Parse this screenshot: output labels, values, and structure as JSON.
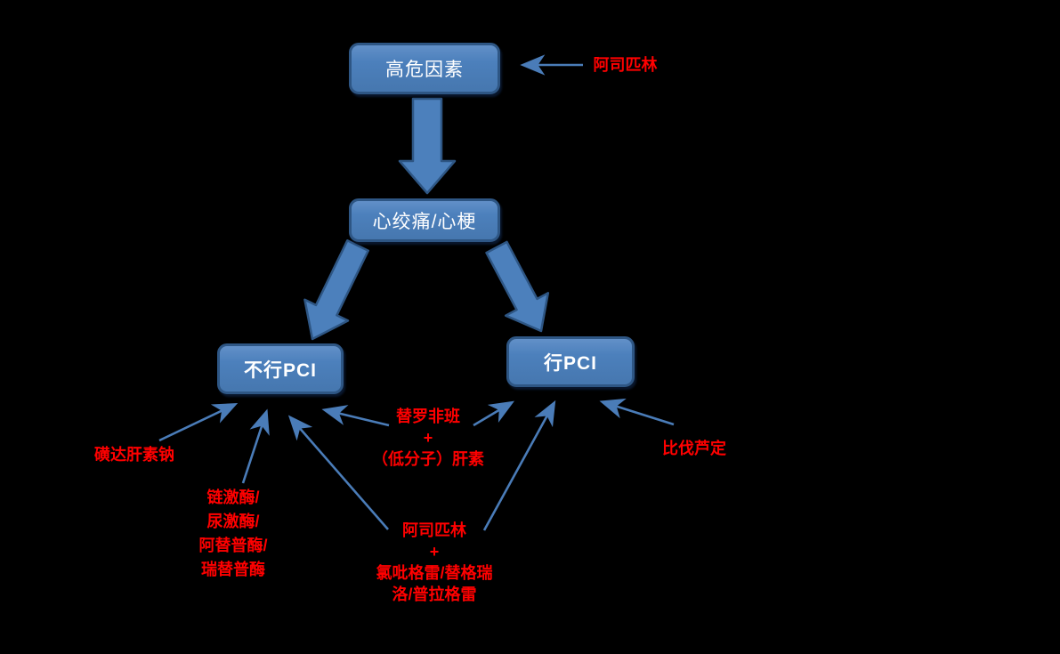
{
  "colors": {
    "background": "#000000",
    "box_fill": "#4C80BC",
    "box_border": "#2E5684",
    "box_text": "#FFFFFF",
    "arrow": "#4A7CB8",
    "label": "#FF0000"
  },
  "nodes": {
    "risk_factor": {
      "label": "高危因素"
    },
    "angina_mi": {
      "label": "心绞痛/心梗"
    },
    "no_pci": {
      "label": "不行PCI"
    },
    "pci": {
      "label": "行PCI"
    }
  },
  "drug_labels": {
    "aspirin_top": "阿司匹林",
    "fondaparinux": "磺达肝素钠",
    "thrombolytics": "链激酶/\n尿激酶/\n阿替普酶/\n瑞替普酶",
    "tirofiban_heparin": "替罗非班\n+\n（低分子）肝素",
    "aspirin_p2y12": "阿司匹林\n+\n氯吡格雷/替格瑞\n洛/普拉格雷",
    "bivalirudin": "比伐芦定"
  },
  "icons": {
    "block_arrow_down": "block-arrow-down-icon",
    "block_arrow_down_left": "block-arrow-down-left-icon",
    "block_arrow_down_right": "block-arrow-down-right-icon",
    "thin_arrow": "thin-arrow-icon"
  }
}
